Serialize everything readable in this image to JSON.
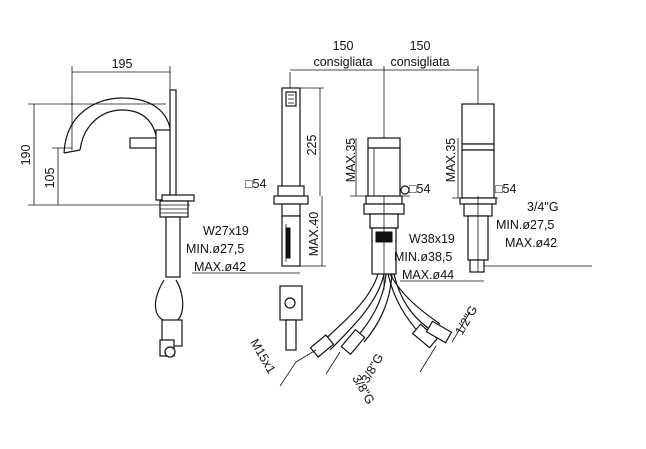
{
  "dimensions": {
    "spout_reach": "195",
    "spout_height_total": "190",
    "spout_height_outlet": "105",
    "spacing_left": "150",
    "spacing_right": "150",
    "recommended_left": "consigliata",
    "recommended_right": "consigliata",
    "handshower_length": "225",
    "mixer_max_height": "MAX.35",
    "diverter_max_height": "MAX.35",
    "hose_max_40": "MAX.40",
    "square_spout": "□54",
    "square_mixer": "□54",
    "square_diverter": "□54"
  },
  "spout_specs": {
    "thread": "W27x19",
    "min_hole": "MIN.ø27,5",
    "max_hole": "MAX.ø42"
  },
  "mixer_specs": {
    "thread": "W38x19",
    "min_hole": "MIN.ø38,5",
    "max_hole": "MAX.ø44"
  },
  "diverter_specs": {
    "thread": "3/4\"G",
    "min_hole": "MIN.ø27,5",
    "max_hole": "MAX.ø42"
  },
  "hose_labels": {
    "m15": "M15x1",
    "g38_a": "3/8\"G",
    "g38_b": "3/8\"G",
    "g12": "1/2\"G"
  }
}
